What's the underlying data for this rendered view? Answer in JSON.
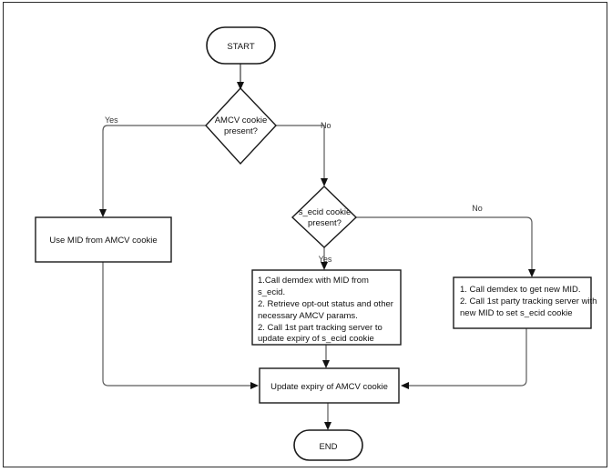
{
  "diagram": {
    "title": "AMCV cookie handling flowchart",
    "type": "flowchart",
    "border_color": "#2b2b2b",
    "shape_stroke": "#1a1a1a",
    "connector_color": "#5b5b5b",
    "background": "#ffffff"
  },
  "nodes": {
    "start": {
      "label": "START",
      "shape": "terminator"
    },
    "decision_amcv": {
      "label_line1": "AMCV cookie",
      "label_line2": "present?",
      "shape": "decision"
    },
    "use_mid": {
      "label": "Use MID from AMCV cookie",
      "shape": "process"
    },
    "decision_secid": {
      "label_line1": "s_ecid cookie",
      "label_line2": "present?",
      "shape": "decision"
    },
    "process_demdex_mid": {
      "shape": "process",
      "lines": [
        "1.Call demdex with MID from",
        "s_ecid.",
        "2. Retrieve opt-out status and other",
        "necessary AMCV params.",
        "2. Call 1st part tracking server to",
        "update expiry of s_ecid cookie"
      ]
    },
    "process_new_mid": {
      "shape": "process",
      "lines": [
        "1. Call demdex to get new MID.",
        "2. Call 1st party tracking server with",
        "new MID to set s_ecid cookie"
      ]
    },
    "update_expiry": {
      "label": "Update expiry of AMCV cookie",
      "shape": "process"
    },
    "end": {
      "label": "END",
      "shape": "terminator"
    }
  },
  "edge_labels": {
    "amcv_yes": "Yes",
    "amcv_no": "No",
    "secid_yes": "Yes",
    "secid_no": "No"
  }
}
